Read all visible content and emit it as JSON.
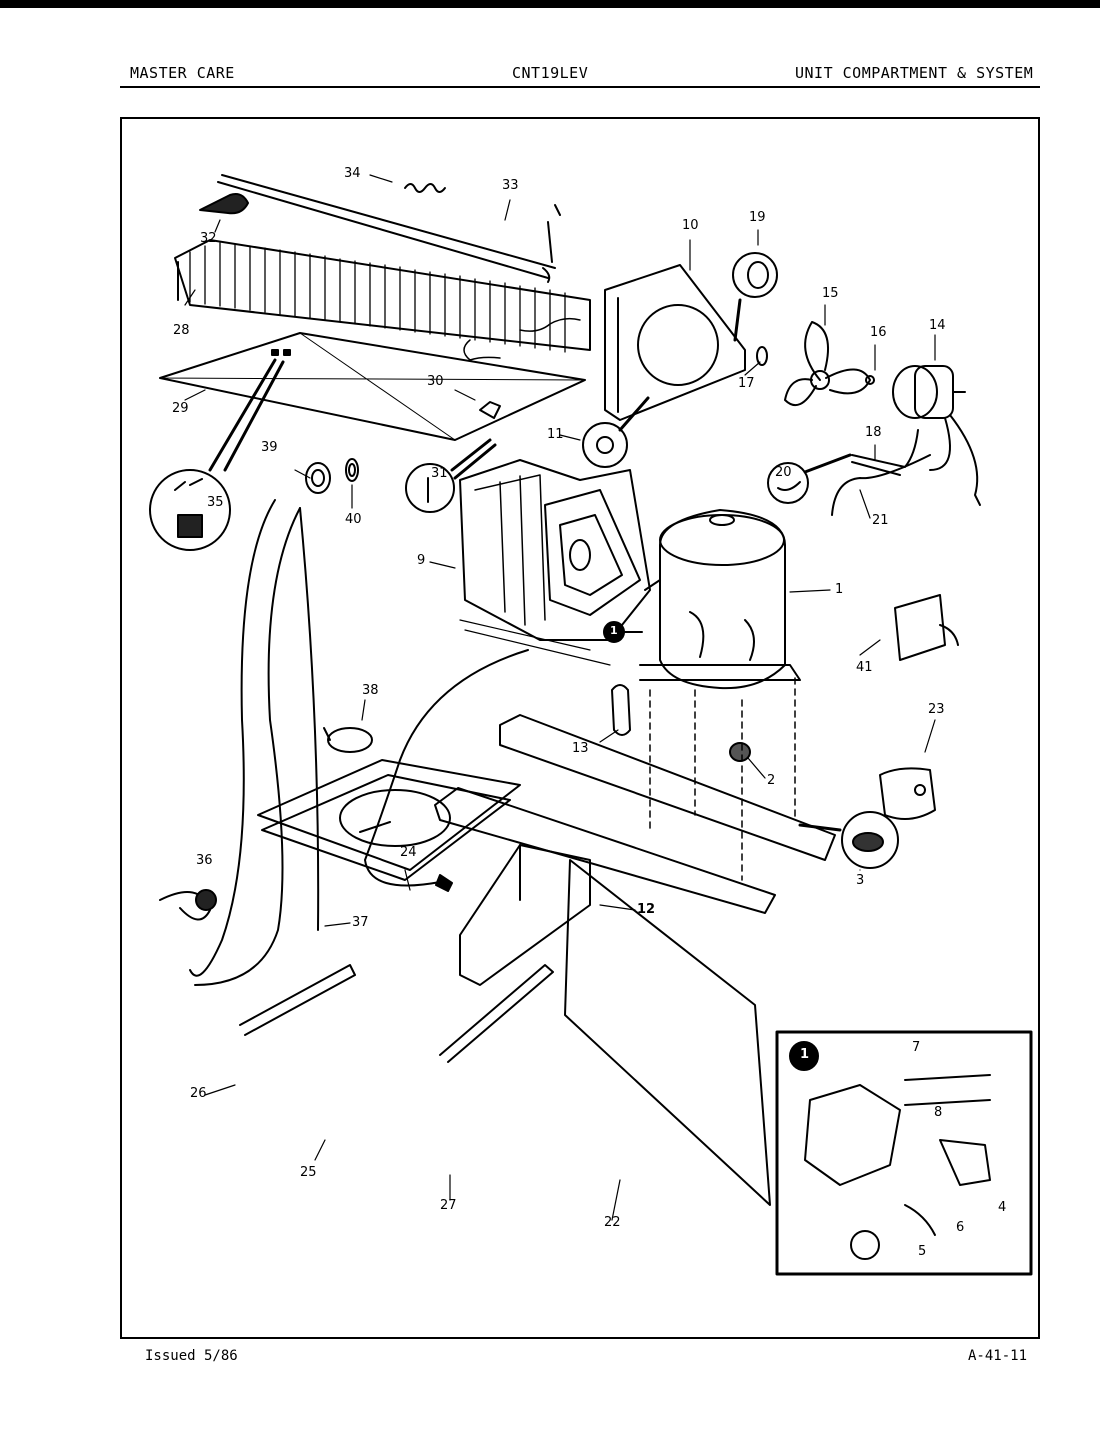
{
  "header": {
    "left": "MASTER CARE",
    "center": "CNT19LEV",
    "right": "UNIT COMPARTMENT & SYSTEM"
  },
  "footer": {
    "issued": "Issued 5/86",
    "page_code": "A-41-11"
  },
  "callouts": {
    "c1": "1",
    "c2": "2",
    "c3": "3",
    "c4": "4",
    "c5": "5",
    "c6": "6",
    "c7": "7",
    "c8": "8",
    "c9": "9",
    "c10": "10",
    "c11": "11",
    "c12": "12",
    "c13": "13",
    "c14": "14",
    "c15": "15",
    "c16": "16",
    "c17": "17",
    "c18": "18",
    "c19": "19",
    "c20": "20",
    "c21": "21",
    "c22": "22",
    "c23": "23",
    "c24": "24",
    "c25": "25",
    "c26": "26",
    "c27": "27",
    "c28": "28",
    "c29": "29",
    "c30": "30",
    "c31": "31",
    "c32": "32",
    "c33": "33",
    "c34": "34",
    "c35": "35",
    "c36": "36",
    "c37": "37",
    "c38": "38",
    "c39": "39",
    "c40": "40",
    "c41": "41"
  },
  "inset_marker": "1"
}
